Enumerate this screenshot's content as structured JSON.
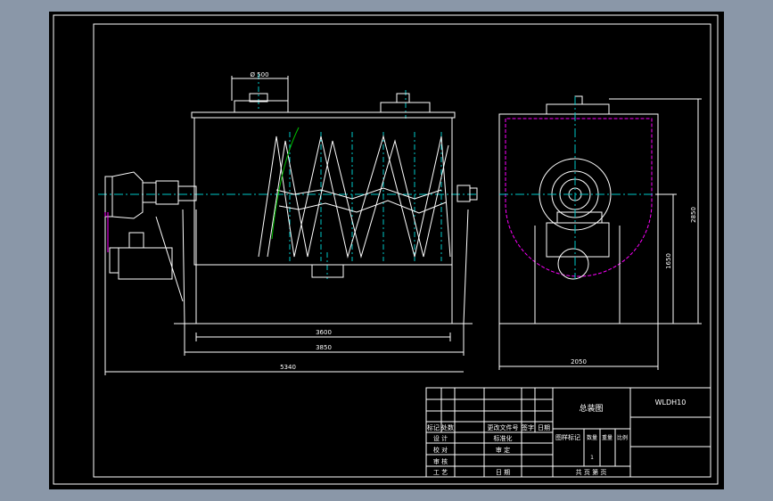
{
  "drawing": {
    "dim_flange": "Ø 500",
    "dim_inner": "3600",
    "dim_outer": "3850",
    "dim_overall": "5340",
    "dim_side_width": "2050",
    "dim_side_height_a": "2850",
    "dim_side_height_b": "1650"
  },
  "title_block": {
    "title": "总装图",
    "code": "WLDH10",
    "revision_labels": [
      "标记",
      "处数",
      "更改文件号",
      "签字",
      "日期"
    ],
    "left_labels": [
      "设 计",
      "校 对",
      "审 核",
      "工 艺"
    ],
    "standardization": "标准化",
    "approve": "审 定",
    "date": "日 期",
    "stage_label": "图样标记",
    "qty_label": "数量",
    "weight_label": "重量",
    "scale_label": "比例",
    "qty_value": "1",
    "sheets_label": "共 页 第 页"
  },
  "colors": {
    "sheet": "#000000",
    "frame": "#ffffff",
    "centerline": "#00c8c8",
    "hidden": "#ff00ff",
    "spiral_alt": "#00c000"
  }
}
